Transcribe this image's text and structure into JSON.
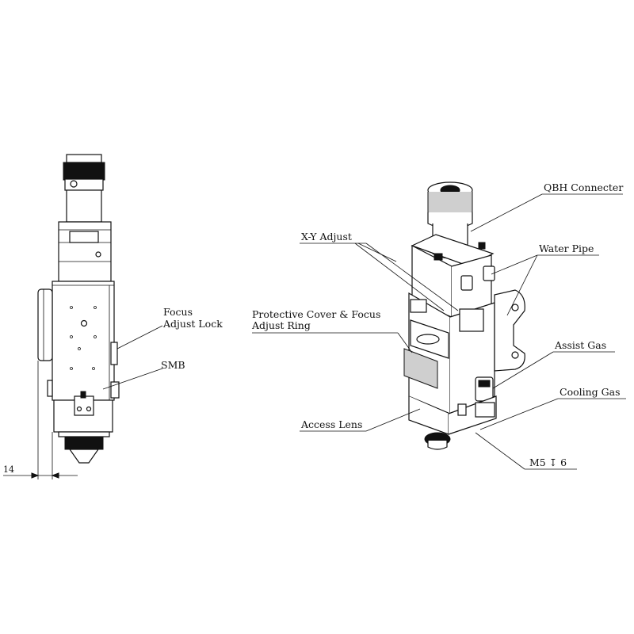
{
  "side_view": {
    "labels": {
      "focus_adjust_lock_line1": "Focus",
      "focus_adjust_lock_line2": "Adjust Lock",
      "smb": "SMB"
    },
    "dimension": "14"
  },
  "iso_view": {
    "labels": {
      "qbh_connecter": "QBH Connecter",
      "xy_adjust": "X-Y Adjust",
      "water_pipe": "Water Pipe",
      "protective_cover_line1": "Protective Cover & Focus",
      "protective_cover_line2": "Adjust Ring",
      "assist_gas": "Assist Gas",
      "cooling_gas": "Cooling Gas",
      "access_lens": "Access Lens",
      "m5_thread": "M5  ↧ 6"
    }
  }
}
